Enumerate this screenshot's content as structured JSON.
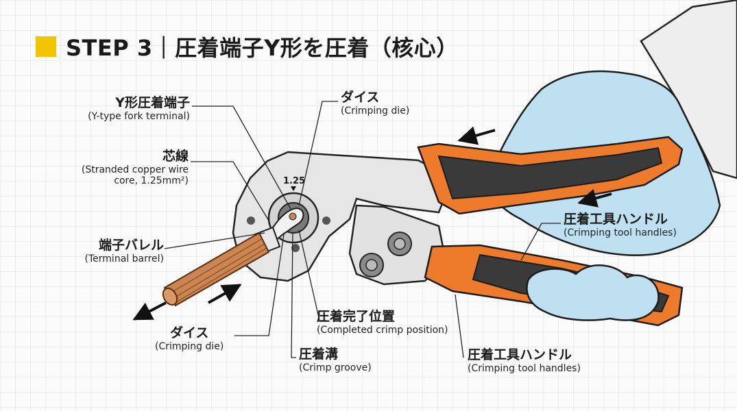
{
  "header": {
    "title": "STEP 3｜圧着端子Y形を圧着（核心）",
    "accent_color": "#f2c400"
  },
  "die_size_label": "1.25",
  "labels": {
    "fork_terminal": {
      "jp": "Y形圧着端子",
      "en": "(Y-type fork terminal)"
    },
    "core_wire": {
      "jp": "芯線",
      "en1": "(Stranded copper wire",
      "en2": "core, 1.25mm²)"
    },
    "terminal_barrel": {
      "jp": "端子バレル",
      "en": "(Terminal barrel)"
    },
    "die_top": {
      "jp": "ダイス",
      "en": "(Crimping die)"
    },
    "die_bottom": {
      "jp": "ダイス",
      "en": "(Crimping die)"
    },
    "crimp_groove": {
      "jp": "圧着溝",
      "en": "(Crimp groove)"
    },
    "completed_position": {
      "jp": "圧着完了位置",
      "en": "(Completed crimp position)"
    },
    "handles_upper": {
      "jp": "圧着工具ハンドル",
      "en": "(Crimping tool handles)"
    },
    "handles_lower": {
      "jp": "圧着工具ハンドル",
      "en": "(Crimping tool handles)"
    }
  },
  "colors": {
    "handle_orange": "#ee7a2c",
    "handle_dark": "#3a3a3a",
    "glove_blue": "#bfe0f0",
    "copper": "#c98552",
    "steel": "#e6e6e6"
  },
  "icons": [
    "fork-terminal-icon",
    "copper-wire-icon",
    "crimping-tool-icon",
    "gloved-hand-icon",
    "motion-arrow-icon"
  ]
}
